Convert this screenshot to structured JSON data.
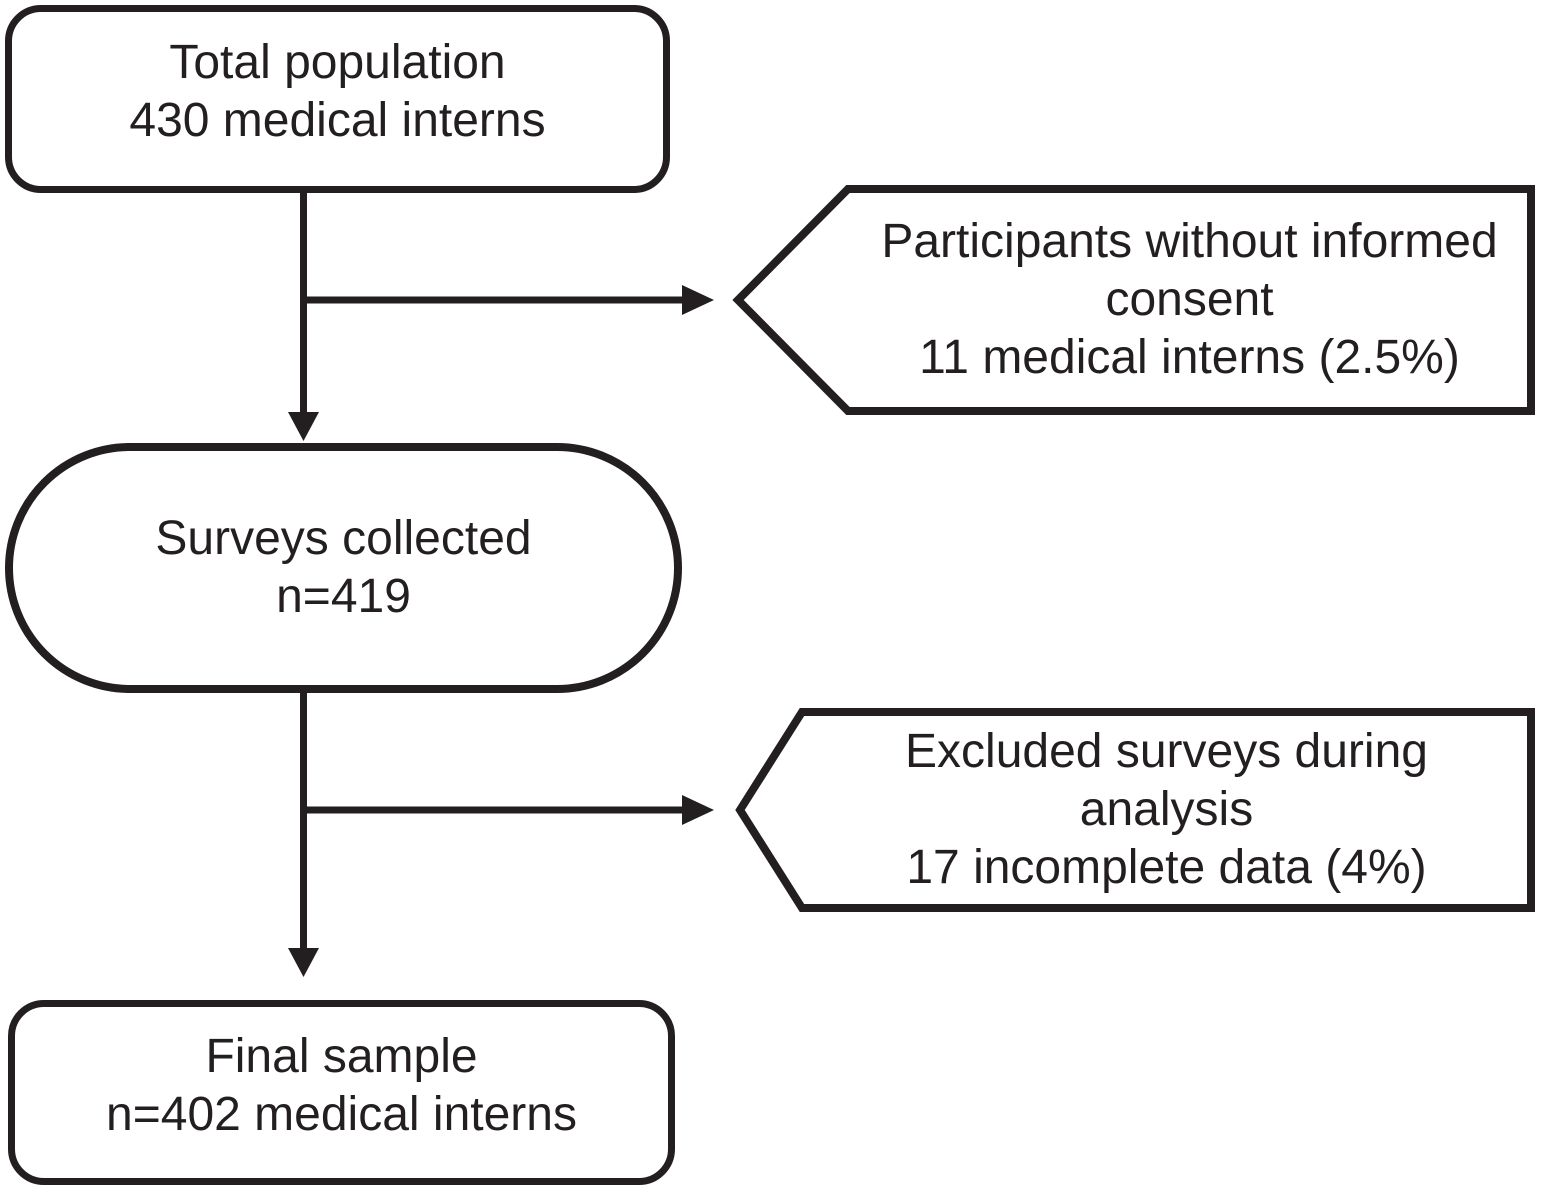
{
  "colors": {
    "ink": "#231f20",
    "background": "#ffffff",
    "shape_fill": "#ffffff"
  },
  "nodes": {
    "total_population": {
      "line1": "Total population",
      "line2": "430 medical interns"
    },
    "surveys_collected": {
      "line1": "Surveys collected",
      "line2": "n=419"
    },
    "final_sample": {
      "line1": "Final sample",
      "line2": "n=402 medical interns"
    },
    "no_consent": {
      "line1": "Participants without informed",
      "line2": "consent",
      "line3": "11 medical interns (2.5%)"
    },
    "excluded_analysis": {
      "line1": "Excluded surveys during",
      "line2": "analysis",
      "line3": "17 incomplete data (4%)"
    }
  }
}
